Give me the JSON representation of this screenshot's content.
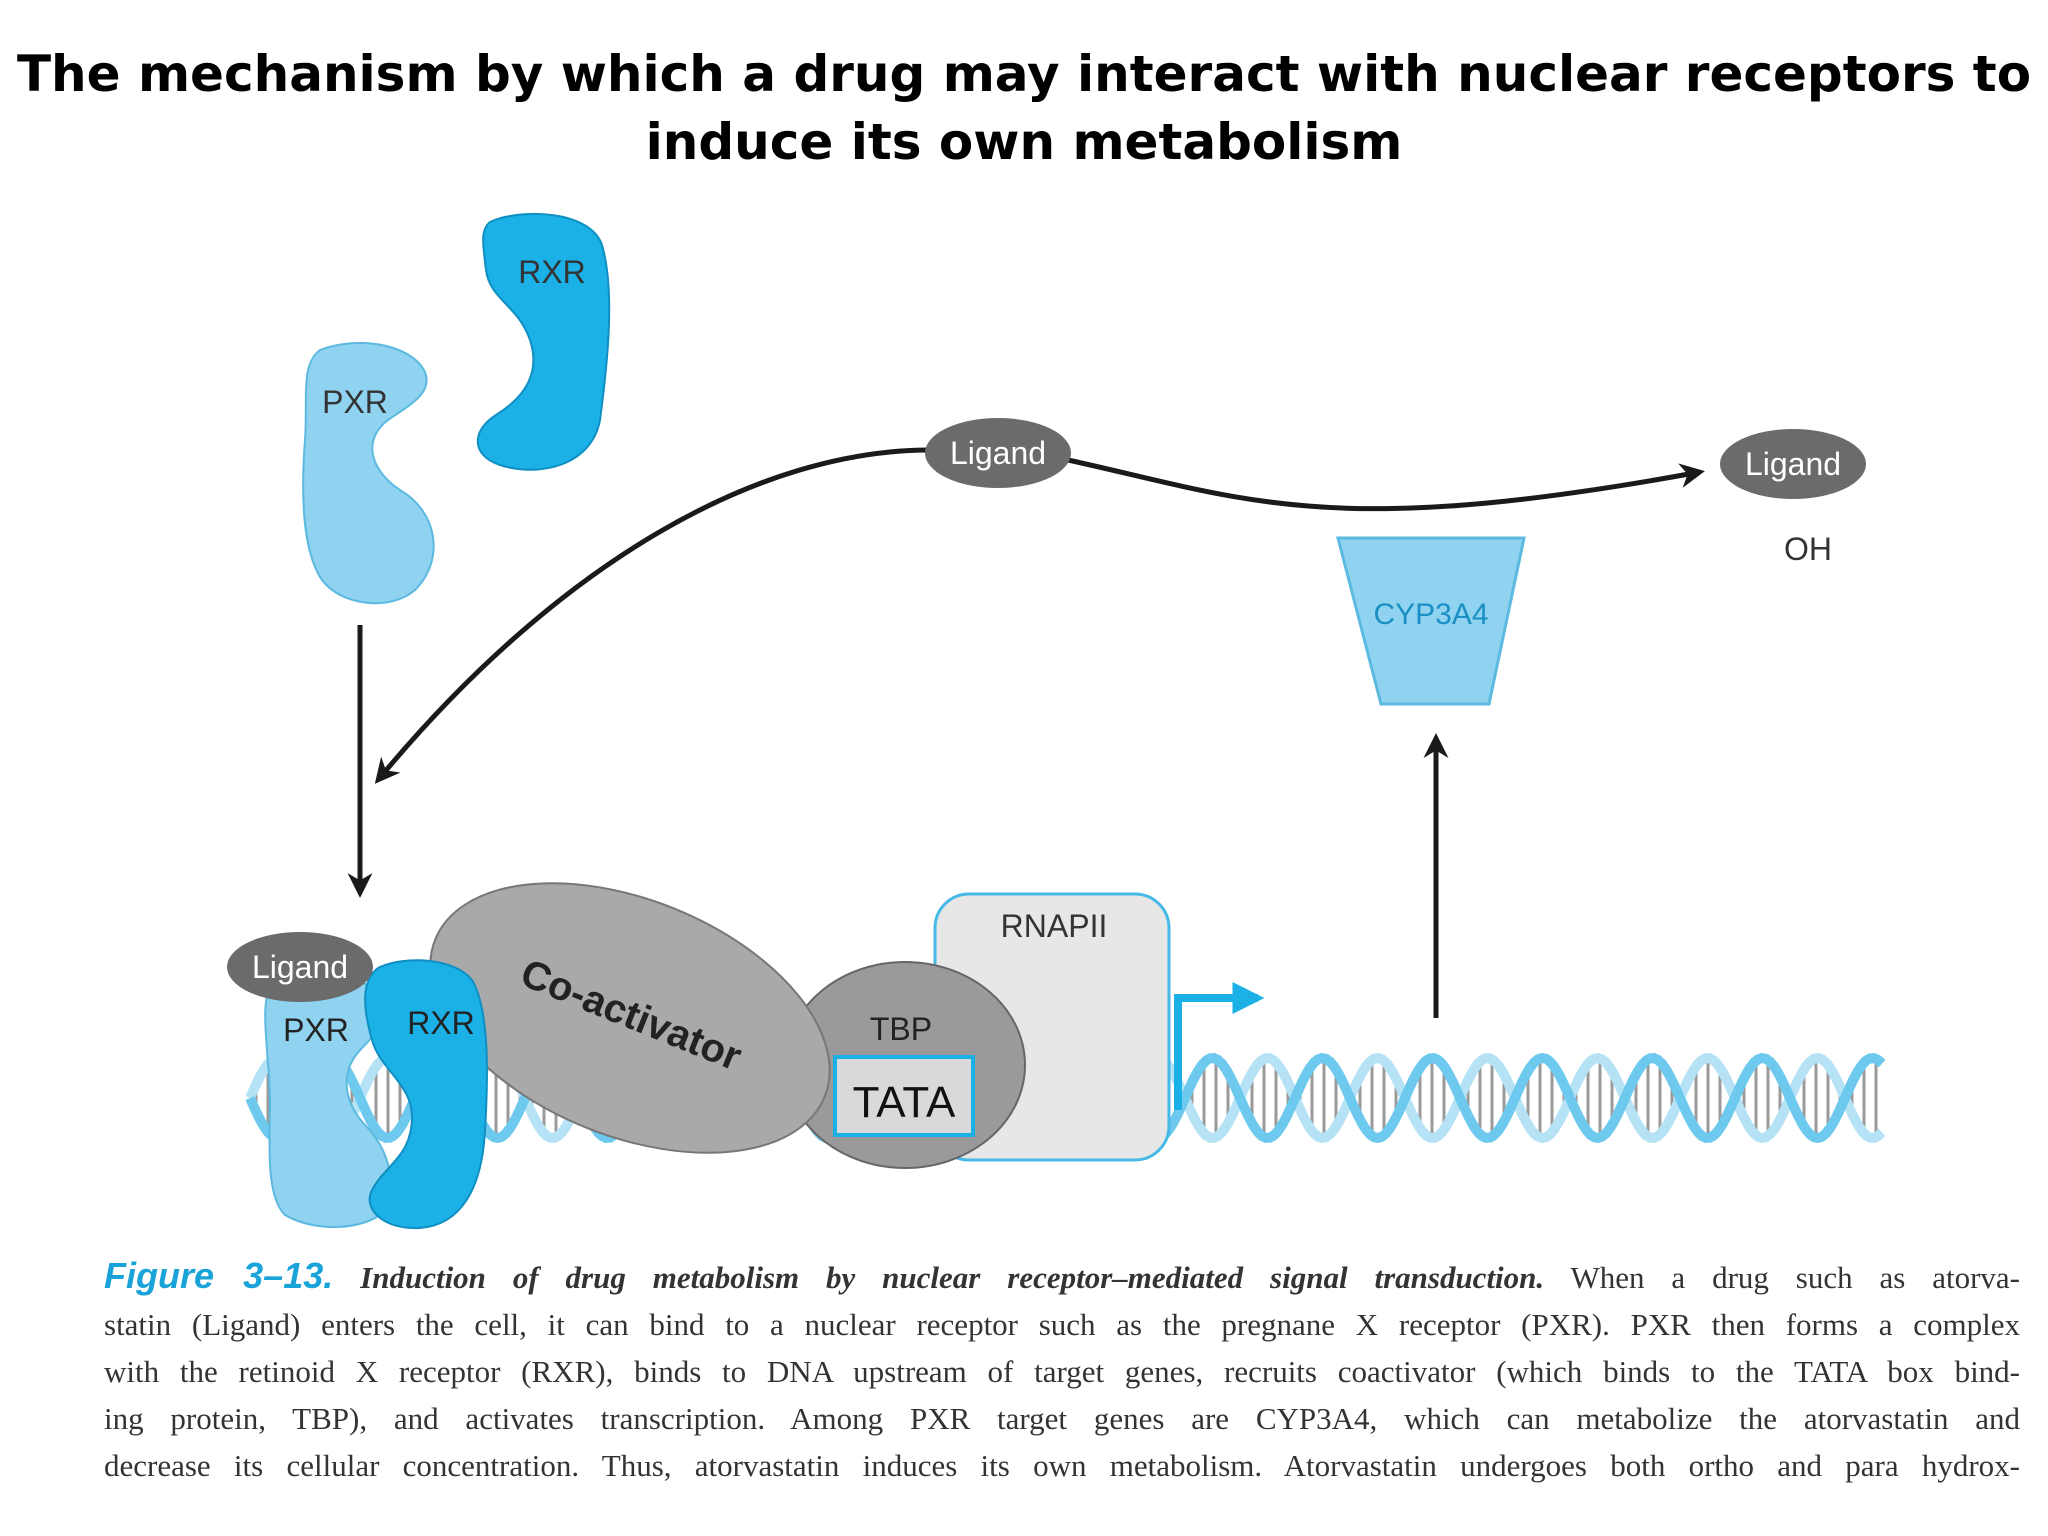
{
  "title": {
    "line1": "The mechanism by which a drug may interact with nuclear receptors to",
    "line2": "induce its own metabolism"
  },
  "diagram": {
    "free_rxr": "RXR",
    "free_pxr": "PXR",
    "ligand_top": "Ligand",
    "ligand_metabolized": "Ligand",
    "oh_label": "OH",
    "cyp_label": "CYP3A4",
    "ligand_bound": "Ligand",
    "bound_pxr": "PXR",
    "bound_rxr": "RXR",
    "coactivator": "Co-activator",
    "tbp": "TBP",
    "tata": "TATA",
    "rnapii": "RNAPII",
    "colors": {
      "light_blue": "#8fd3f0",
      "bright_blue": "#1bb0e6",
      "gray_ligand": "#6b6b6b",
      "gray_coactivator": "#a9a9a9",
      "arrow_black": "#1a1a1a"
    }
  },
  "caption": {
    "figure_number": "Figure 3–13.",
    "figure_title": "Induction of drug metabolism by nuclear receptor–mediated signal transduction.",
    "line1_rest": "When a drug such as atorva-",
    "line2": "statin (Ligand) enters the cell, it can bind to a nuclear receptor such as the pregnane X receptor (PXR). PXR then forms a complex",
    "line3": "with the retinoid X receptor (RXR), binds to DNA upstream of target genes, recruits coactivator (which binds to the TATA box bind-",
    "line4": "ing protein, TBP), and activates transcription. Among PXR target genes are CYP3A4, which can metabolize the atorvastatin and",
    "line5": "decrease its cellular concentration. Thus, atorvastatin induces its own metabolism. Atorvastatin undergoes both ortho and para hydrox-"
  }
}
